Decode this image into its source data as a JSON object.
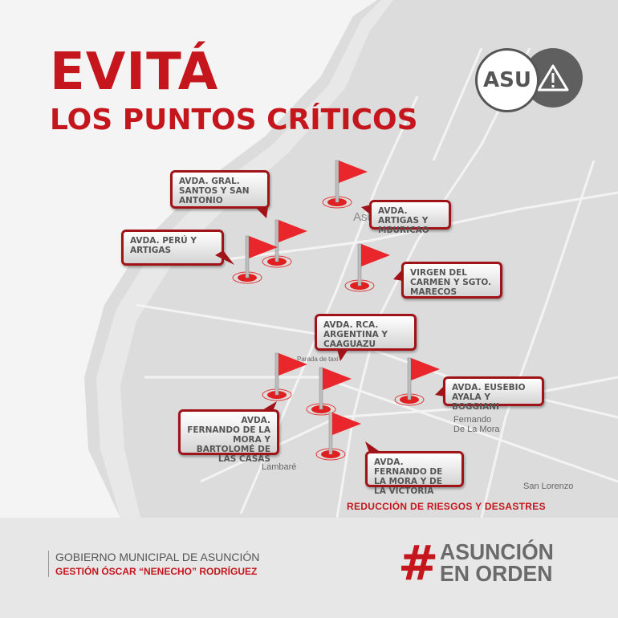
{
  "title": {
    "line1": "EVITÁ",
    "line2": "LOS PUNTOS CRÍTICOS"
  },
  "badges": {
    "asu": "ASU",
    "warning_icon": "warning-triangle-icon"
  },
  "map_labels": {
    "asuncion": "Asu",
    "fernando": "Fernando\nDe La Mora",
    "lambare": "Lambaré",
    "san_lorenzo": "San Lorenzo",
    "parada": "Parada de taxi"
  },
  "critical_points": [
    {
      "label": "AVDA. GRAL. SANTOS Y SAN ANTONIO"
    },
    {
      "label": "AVDA. ARTIGAS Y MBURICAO"
    },
    {
      "label": "AVDA. PERÚ Y ARTIGAS"
    },
    {
      "label": "VIRGEN DEL CARMEN Y SGTO. MARECOS"
    },
    {
      "label": "AVDA. RCA. ARGENTINA Y CAAGUAZU"
    },
    {
      "label": "AVDA. EUSEBIO AYALA Y BOGGIANI"
    },
    {
      "label": "AVDA. FERNANDO DE LA MORA Y BARTOLOMÉ DE LAS CASAS"
    },
    {
      "label": "AVDA. FERNANDO DE LA MORA Y DE LA VICTORIA"
    }
  ],
  "subtitle": "REDUCCIÓN DE RIESGOS Y DESASTRES",
  "footer": {
    "government": "GOBIERNO MUNICIPAL DE ASUNCIÓN",
    "administration": "GESTIÓN ÓSCAR “NENECHO” RODRÍGUEZ",
    "hashtag_symbol": "#",
    "hashtag_line1": "ASUNCIÓN",
    "hashtag_line2": "EN ORDEN"
  },
  "colors": {
    "accent": "#c4161c",
    "map": "#d9d9d9",
    "footer": "#e7e7e7"
  }
}
